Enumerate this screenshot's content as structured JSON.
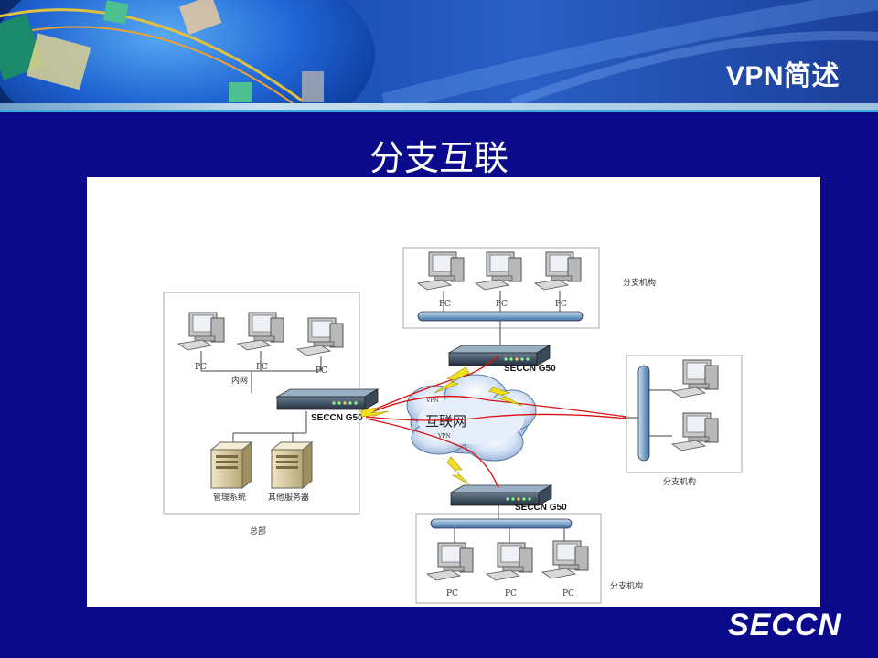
{
  "header": {
    "title": "VPN简述"
  },
  "slide": {
    "title": "分支互联"
  },
  "diagram": {
    "pc_label": "PC",
    "lan_label": "内网",
    "hq_label": "总部",
    "device_label": "SECCN G50",
    "cloud_label": "互联网",
    "tunnel_label": "VPN",
    "server_mgmt": "管理系统",
    "server_other": "其他服务器",
    "branch_label": "分支机构"
  },
  "footer": {
    "logo": "SECCN"
  },
  "colors": {
    "background": "#0a0a8a",
    "header": "#1a4fb5",
    "tunnel": "#d81010",
    "lightning": "#f0e020"
  }
}
